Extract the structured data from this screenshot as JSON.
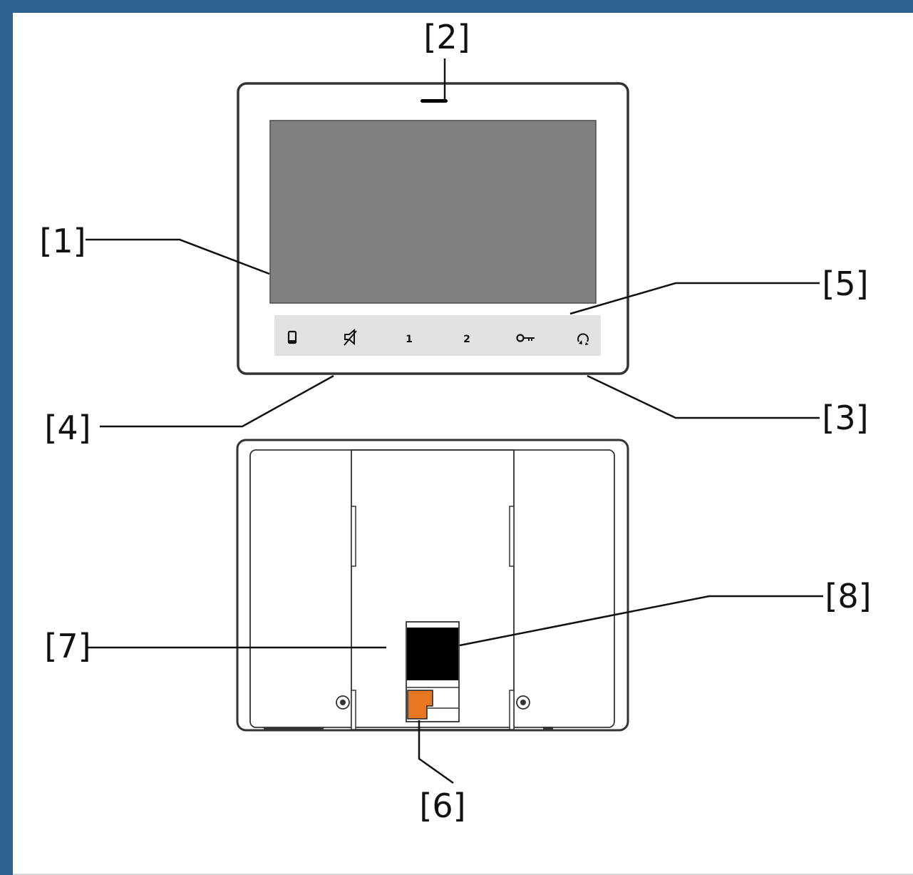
{
  "colors": {
    "frame": "#2e6090",
    "screen": "#808080",
    "button_strip": "#e2e2e2",
    "outline": "#333333",
    "connector_black": "#000000",
    "terminal_orange": "#e87722"
  },
  "device_front": {
    "buttons": [
      {
        "icon": "handset-icon",
        "label": ""
      },
      {
        "icon": "mute-icon",
        "label": ""
      },
      {
        "icon": "",
        "label": "1"
      },
      {
        "icon": "",
        "label": "2"
      },
      {
        "icon": "key-icon",
        "label": ""
      },
      {
        "icon": "intercom-icon",
        "label": ""
      }
    ]
  },
  "callouts": {
    "c1": "[1]",
    "c2": "[2]",
    "c3": "[3]",
    "c4": "[4]",
    "c5": "[5]",
    "c6": "[6]",
    "c7": "[7]",
    "c8": "[8]"
  }
}
